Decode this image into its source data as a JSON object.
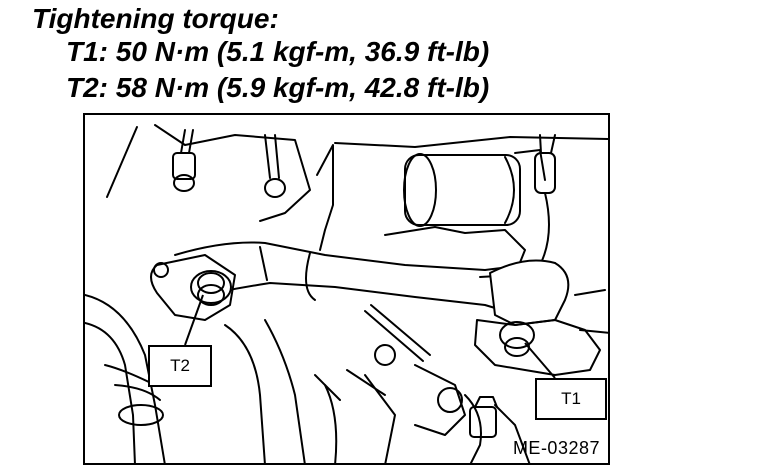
{
  "heading": "Tightening torque:",
  "torques": [
    {
      "id": "T1",
      "text": "T1: 50 N·m (5.1 kgf-m, 36.9 ft-lb)"
    },
    {
      "id": "T2",
      "text": "T2: 58 N·m (5.9 kgf-m, 42.8 ft-lb)"
    }
  ],
  "callouts": {
    "t1": "T1",
    "t2": "T2"
  },
  "figure_id": "ME-03287"
}
